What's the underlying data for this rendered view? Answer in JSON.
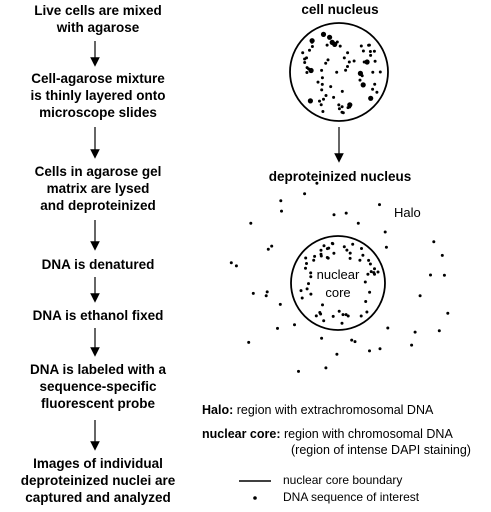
{
  "flow": {
    "steps": [
      "Live cells are mixed\nwith agarose",
      "Cell-agarose mixture\nis thinly layered onto\nmicroscope slides",
      "Cells in agarose gel\nmatrix are lysed\nand deproteinized",
      "DNA is denatured",
      "DNA is ethanol fixed",
      "DNA is labeled with a\nsequence-specific\nfluorescent probe",
      "Images of individual\ndeproteinized nuclei are\ncaptured and analyzed"
    ]
  },
  "diagram": {
    "top_title": "cell nucleus",
    "bottom_title": "deproteinized nucleus",
    "halo_label": "Halo",
    "core_label_1": "nuclear",
    "core_label_2": "core"
  },
  "definitions": {
    "halo_term": "Halo:",
    "halo_desc": " region with extrachromosomal DNA",
    "core_term": "nuclear core:",
    "core_desc": " region with chromosomal DNA",
    "core_desc2": "(region of intense DAPI staining)"
  },
  "key": {
    "line_label": "nuclear core boundary",
    "dot_label": "DNA sequence of interest"
  }
}
